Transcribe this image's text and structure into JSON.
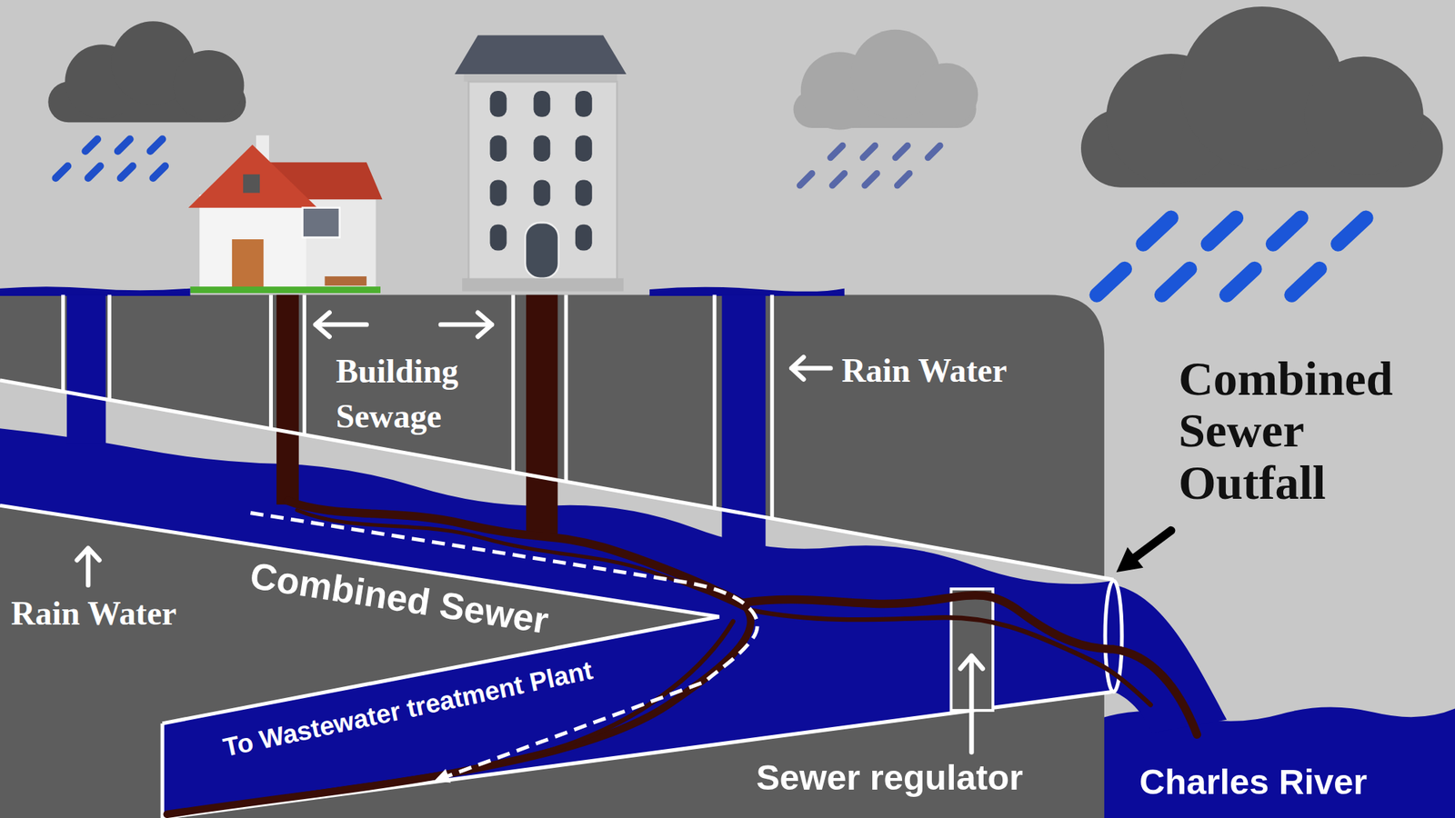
{
  "diagram": {
    "labels": [
      "Building Sewage",
      "Rain Water",
      "Combined Sewer Outfall",
      "Rain Water",
      "Combined Sewer",
      "To Wastewater treatment Plant",
      "Sewer regulator",
      "Charles River"
    ]
  }
}
